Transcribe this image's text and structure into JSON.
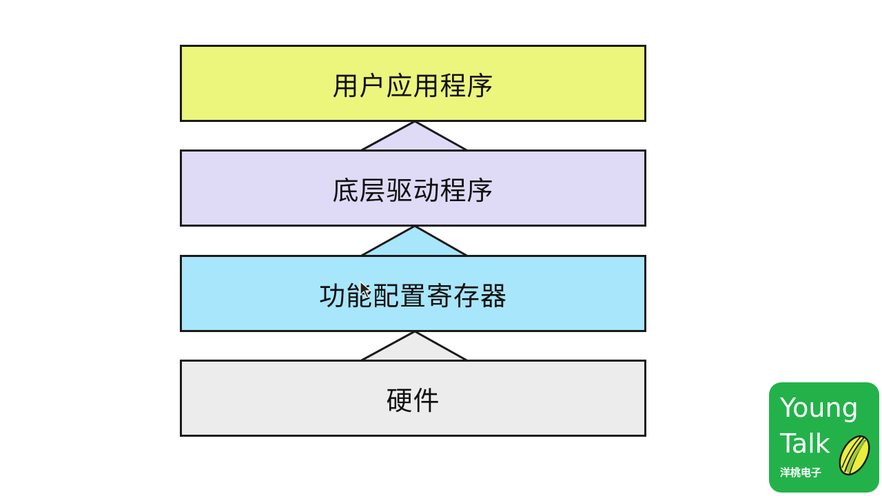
{
  "layers": [
    {
      "label": "用户应用程序",
      "color": "#ecf57c"
    },
    {
      "label": "底层驱动程序",
      "color": "#dfdbf7"
    },
    {
      "label": "功能配置寄存器",
      "color": "#a8e6fb"
    },
    {
      "label": "硬件",
      "color": "#ececec"
    }
  ],
  "arrow_colors": [
    "#dfdbf7",
    "#a8e6fb",
    "#ececec"
  ],
  "logo": {
    "line1": "Young",
    "line2": "Talk",
    "cn": "洋桃电子",
    "bg_color": "#23b24a",
    "icon": "starfruit-icon"
  }
}
